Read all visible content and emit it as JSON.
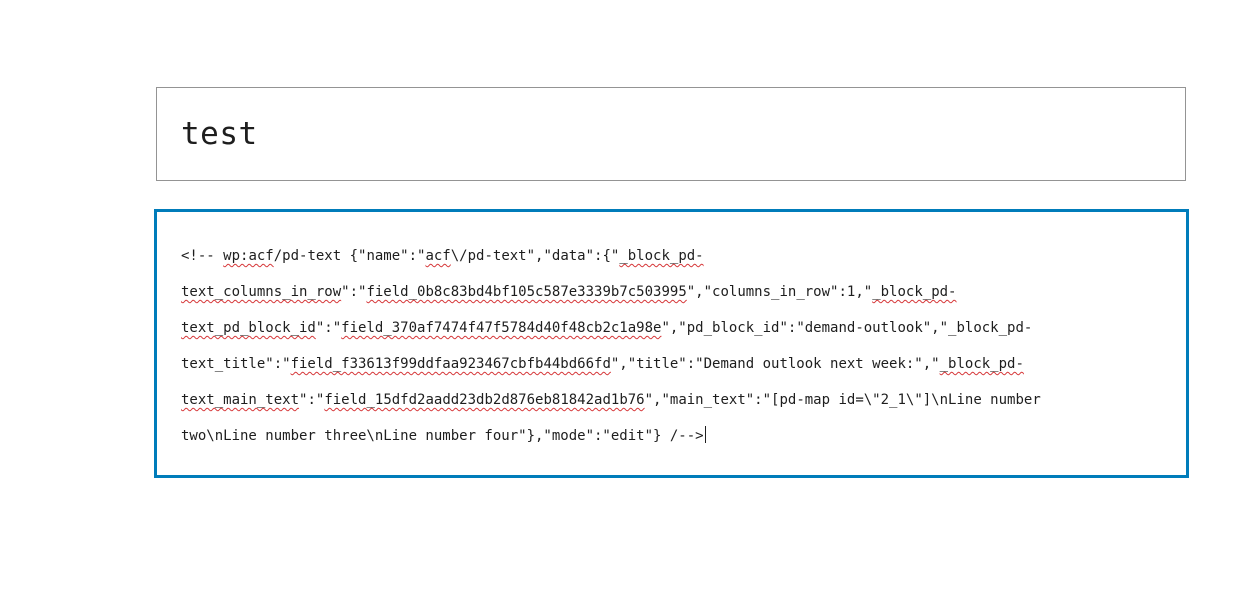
{
  "editor": {
    "title_value": "test",
    "code_lines": [
      [
        {
          "t": "<!-- "
        },
        {
          "t": "wp:acf",
          "s": true
        },
        {
          "t": "/pd-text {\"name\":\""
        },
        {
          "t": "acf",
          "s": true
        },
        {
          "t": "\\/pd-text\",\"data\":{\""
        },
        {
          "t": "_block_pd-",
          "s": true
        }
      ],
      [
        {
          "t": "text_columns_in_row",
          "s": true
        },
        {
          "t": "\":\""
        },
        {
          "t": "field_0b8c83bd4bf105c587e3339b7c503995",
          "s": true
        },
        {
          "t": "\",\"columns_in_row\":1,\""
        },
        {
          "t": "_block_pd-",
          "s": true
        }
      ],
      [
        {
          "t": "text_pd_block_id",
          "s": true
        },
        {
          "t": "\":\""
        },
        {
          "t": "field_370af7474f47f5784d40f48cb2c1a98e",
          "s": true
        },
        {
          "t": "\",\"pd_block_id\":\"demand-outlook\",\"_block_pd-"
        }
      ],
      [
        {
          "t": "text_title\":\""
        },
        {
          "t": "field_f33613f99ddfaa923467cbfb44bd66fd",
          "s": true
        },
        {
          "t": "\",\"title\":\"Demand outlook next week:\",\""
        },
        {
          "t": "_block_pd-",
          "s": true
        }
      ],
      [
        {
          "t": "text_main_text",
          "s": true
        },
        {
          "t": "\":\""
        },
        {
          "t": "field_15dfd2aadd23db2d876eb81842ad1b76",
          "s": true
        },
        {
          "t": "\",\"main_text\":\"[pd-map id=\\\"2_1\\\"]\\nLine number"
        }
      ],
      [
        {
          "t": "two\\nLine number three\\nLine number four\"},\"mode\":\"edit\"} /-->"
        }
      ]
    ]
  }
}
